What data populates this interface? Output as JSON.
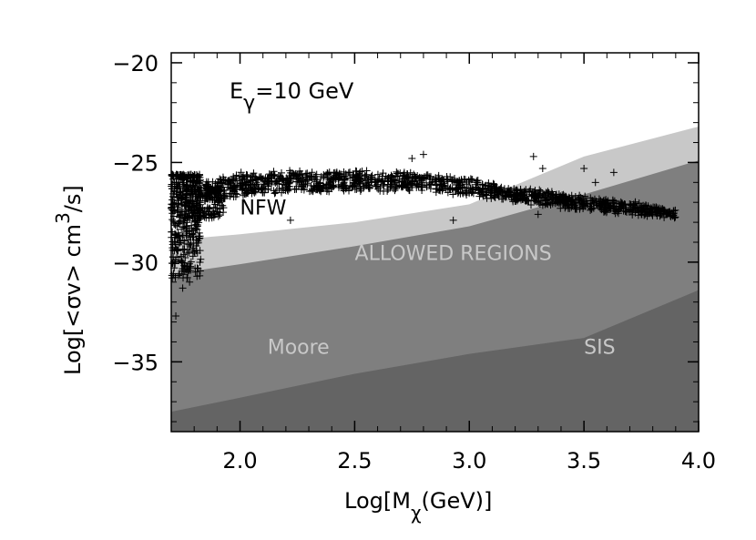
{
  "chart_data": {
    "type": "scatter",
    "title": "",
    "xlabel": {
      "main": "Log[M",
      "sub": "χ",
      "rest": "(GeV)]"
    },
    "ylabel": {
      "main": "Log[<σv> cm",
      "sup": "3",
      "rest": "/s]"
    },
    "xlim": [
      1.7,
      4.0
    ],
    "ylim": [
      -38.5,
      -19.5
    ],
    "xticks": [
      2.0,
      2.5,
      3.0,
      3.5,
      4.0
    ],
    "xtick_labels": [
      "2.0",
      "2.5",
      "3.0",
      "3.5",
      "4.0"
    ],
    "yticks": [
      -20,
      -25,
      -30,
      -35
    ],
    "ytick_labels": [
      "−20",
      "−25",
      "−30",
      "−35"
    ],
    "grid": false,
    "annotation": {
      "main": "E",
      "sub": "γ",
      "rest": "=10 GeV"
    },
    "regions": [
      {
        "label": "NFW",
        "color": "#c8c8c8",
        "label_color": "#000000",
        "label_pos": [
          2.0,
          -27.6
        ],
        "boundary": [
          [
            1.7,
            -28.9
          ],
          [
            2.0,
            -28.6
          ],
          [
            2.5,
            -28.0
          ],
          [
            3.0,
            -27.1
          ],
          [
            3.5,
            -24.7
          ],
          [
            4.0,
            -23.2
          ]
        ]
      },
      {
        "label": "ALLOWED REGIONS",
        "color": "#7f7f7f",
        "label_color": "#c8c8c8",
        "label_pos": [
          2.93,
          -29.9
        ],
        "boundary": [
          [
            1.7,
            -30.6
          ],
          [
            2.0,
            -30.1
          ],
          [
            2.5,
            -29.2
          ],
          [
            3.0,
            -28.2
          ],
          [
            3.5,
            -26.6
          ],
          [
            4.0,
            -24.9
          ]
        ]
      },
      {
        "label": "Moore",
        "color": "#7f7f7f",
        "label_color": "#c8c8c8",
        "label_pos": [
          2.12,
          -34.6
        ],
        "boundary": null
      },
      {
        "label": "SIS",
        "color": "#646464",
        "label_color": "#c8c8c8",
        "label_pos": [
          3.5,
          -34.6
        ],
        "boundary": [
          [
            1.7,
            -37.5
          ],
          [
            2.0,
            -36.8
          ],
          [
            2.5,
            -35.6
          ],
          [
            3.0,
            -34.6
          ],
          [
            3.5,
            -33.8
          ],
          [
            4.0,
            -31.4
          ]
        ]
      }
    ],
    "scatter_series": {
      "marker": "+",
      "color": "#000000",
      "envelope": {
        "x": [
          1.73,
          1.78,
          1.85,
          2.0,
          2.2,
          2.4,
          2.6,
          2.8,
          3.0,
          3.2,
          3.4,
          3.6,
          3.8,
          3.9
        ],
        "y": [
          -26.6,
          -26.2,
          -26.0,
          -25.6,
          -25.5,
          -25.5,
          -25.5,
          -25.6,
          -25.9,
          -26.3,
          -26.6,
          -26.9,
          -27.2,
          -27.4
        ]
      },
      "notable_points": [
        {
          "x": 2.8,
          "y": -24.6
        },
        {
          "x": 2.75,
          "y": -24.8
        },
        {
          "x": 3.28,
          "y": -24.7
        },
        {
          "x": 3.32,
          "y": -25.3
        },
        {
          "x": 3.5,
          "y": -25.3
        },
        {
          "x": 3.55,
          "y": -26.0
        },
        {
          "x": 3.63,
          "y": -25.5
        },
        {
          "x": 2.93,
          "y": -27.9
        },
        {
          "x": 3.3,
          "y": -27.6
        },
        {
          "x": 3.6,
          "y": -27.0
        },
        {
          "x": 1.75,
          "y": -31.3
        },
        {
          "x": 1.72,
          "y": -32.7
        },
        {
          "x": 1.78,
          "y": -31.0
        },
        {
          "x": 2.22,
          "y": -27.9
        },
        {
          "x": 1.76,
          "y": -30.2
        }
      ]
    }
  }
}
